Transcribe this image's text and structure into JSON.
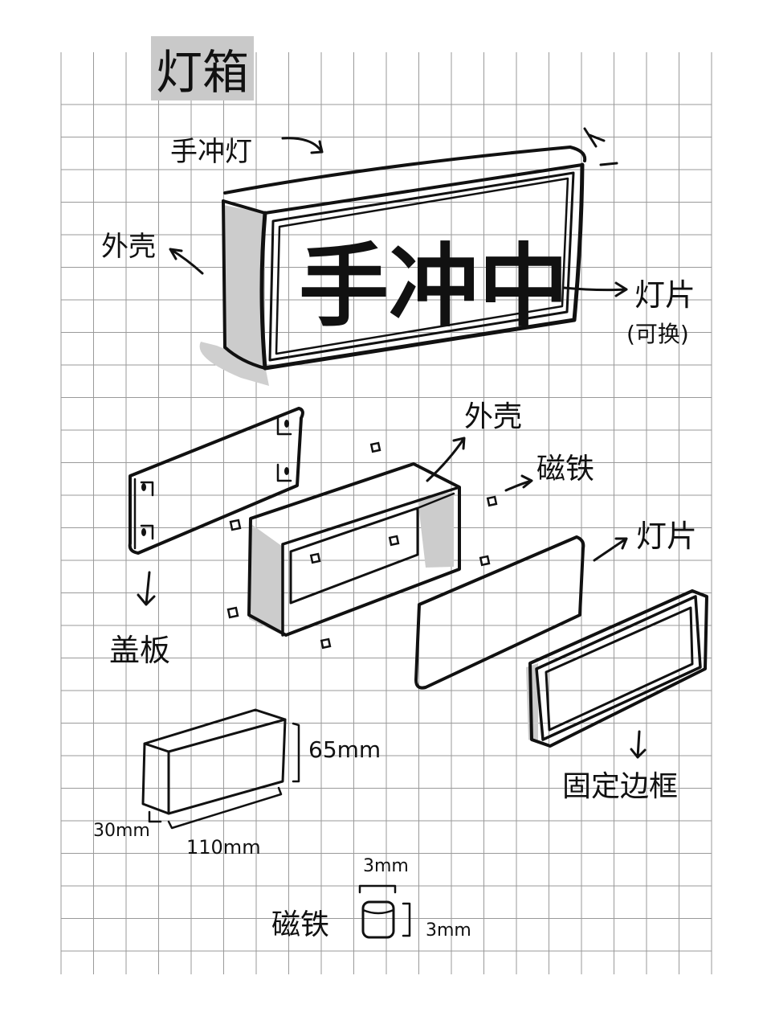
{
  "title": "灯箱",
  "top_view": {
    "hand_label": "手冲灯",
    "sign_text": "手冲中",
    "shell_label": "外壳",
    "film_label": "灯片",
    "film_note": "(可换)"
  },
  "exploded_view": {
    "shell_label": "外壳",
    "magnet_label": "磁铁",
    "film_label": "灯片",
    "cover_label": "盖板",
    "frame_label": "固定边框"
  },
  "dimensions": {
    "height": "65mm",
    "depth": "30mm",
    "length": "110mm",
    "magnet_label": "磁铁",
    "magnet_diameter": "3mm",
    "magnet_height": "3mm"
  }
}
